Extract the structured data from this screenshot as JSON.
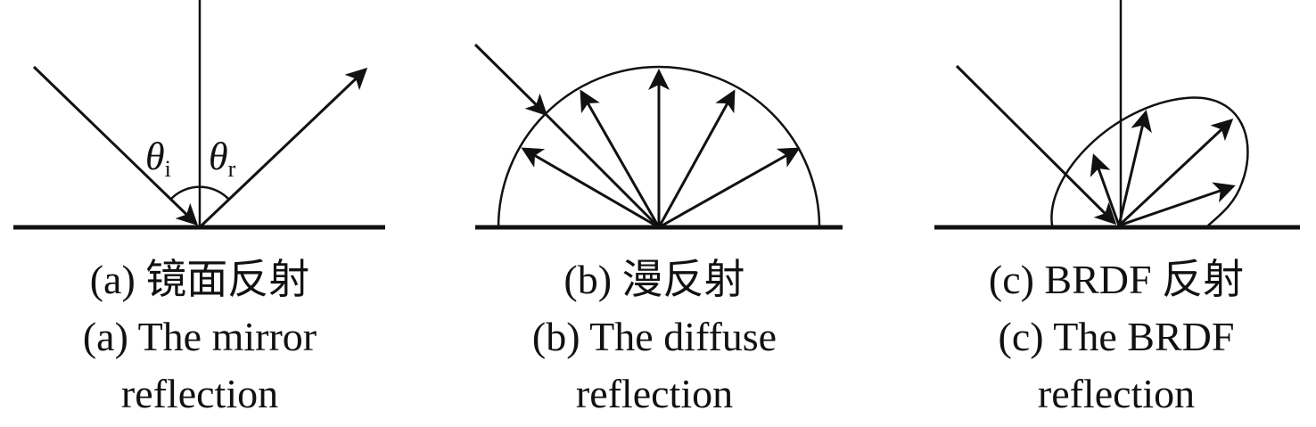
{
  "panels": [
    {
      "id": "a",
      "caption_zh": "(a) 镜面反射",
      "caption_en_1": "(a) The mirror",
      "caption_en_2": "reflection",
      "angle_incident": "θ",
      "angle_incident_sub": "i",
      "angle_reflected": "θ",
      "angle_reflected_sub": "r"
    },
    {
      "id": "b",
      "caption_zh": "(b) 漫反射",
      "caption_en_1": "(b) The diffuse",
      "caption_en_2": "reflection"
    },
    {
      "id": "c",
      "caption_zh": "(c) BRDF 反射",
      "caption_en_1": "(c) The BRDF",
      "caption_en_2": "reflection"
    }
  ],
  "colors": {
    "stroke": "#111111",
    "background": "#ffffff"
  }
}
